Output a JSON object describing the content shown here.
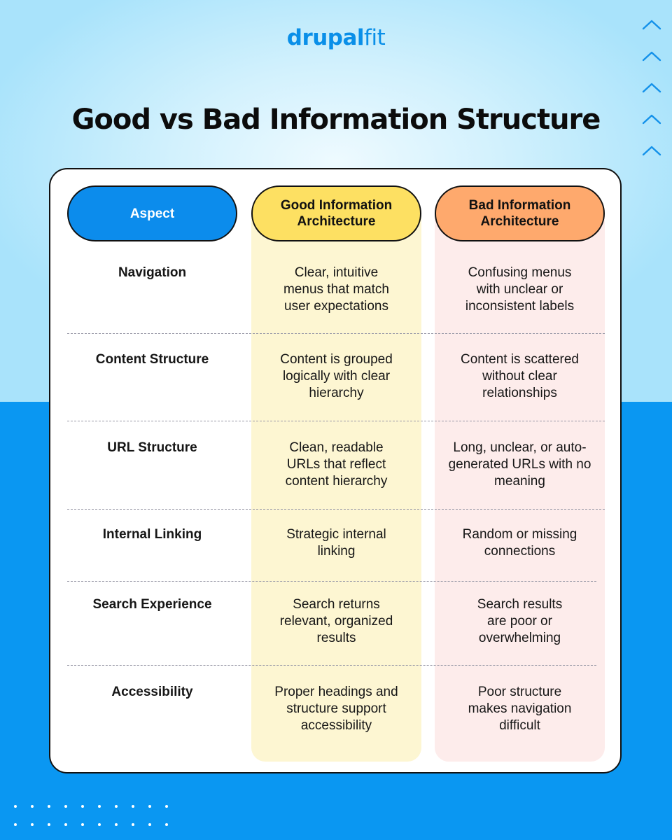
{
  "brand": {
    "logo_bold": "drupal",
    "logo_light": "fit",
    "accent": "#0a97f2"
  },
  "title": "Good vs Bad Information Structure",
  "table": {
    "headers": {
      "aspect": "Aspect",
      "good": "Good Information Architecture",
      "bad": "Bad Information Architecture"
    },
    "rows": [
      {
        "aspect": "Navigation",
        "good": "Clear, intuitive menus that match user expectations",
        "bad": "Confusing menus with unclear or inconsistent labels"
      },
      {
        "aspect": "Content Structure",
        "good": "Content is grouped logically with clear hierarchy",
        "bad": "Content is scattered without clear relationships"
      },
      {
        "aspect": "URL Structure",
        "good": "Clean, readable URLs that reflect content hierarchy",
        "bad": "Long, unclear, or auto-generated URLs with no meaning"
      },
      {
        "aspect": "Internal Linking",
        "good": "Strategic internal linking",
        "bad": "Random or missing connections"
      },
      {
        "aspect": "Search Experience",
        "good": "Search returns relevant, organized results",
        "bad": "Search results are poor or overwhelming"
      },
      {
        "aspect": "Accessibility",
        "good": "Proper headings and structure support accessibility",
        "bad": "Poor structure makes navigation difficult"
      }
    ]
  },
  "colors": {
    "aspect_header": "#0c8cec",
    "good_header": "#fde062",
    "bad_header": "#fea96d",
    "good_column": "#fdf6d2",
    "bad_column": "#fdeceb"
  },
  "decorations": {
    "chevron_icon": "chevron-up-icon"
  }
}
